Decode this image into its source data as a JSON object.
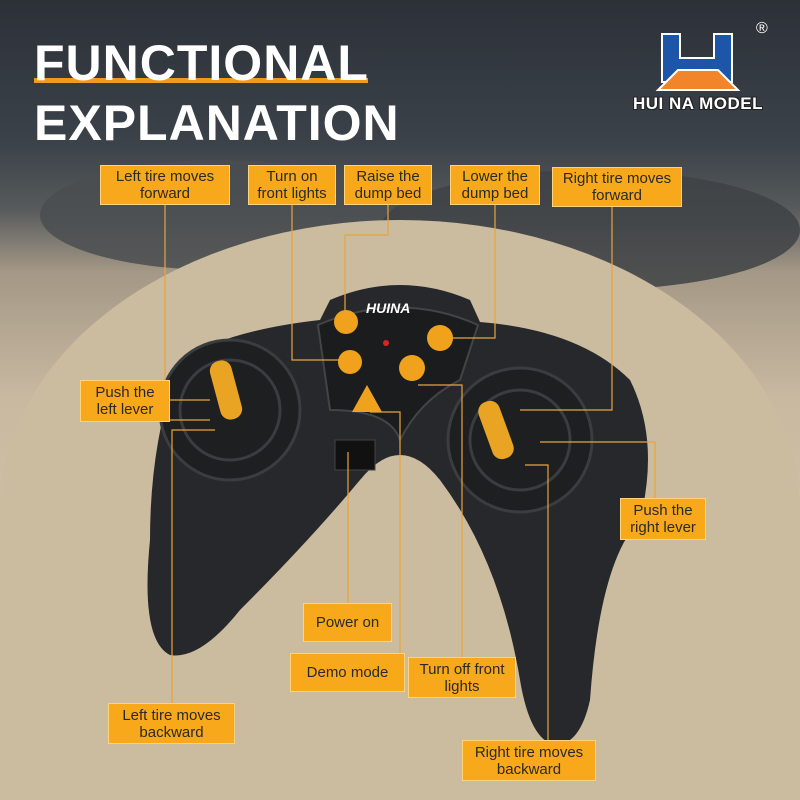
{
  "title": {
    "line1": "FUNCTIONAL",
    "line2": "EXPLANATION"
  },
  "logo": {
    "brand": "HUI NA MODEL",
    "registered": "®"
  },
  "controller": {
    "brand_mark": "HUINA"
  },
  "labels": {
    "left_forward": "Left tire moves forward",
    "lights_on": "Turn on front lights",
    "raise_bed": "Raise the dump bed",
    "lower_bed": "Lower the dump bed",
    "right_forward": "Right tire moves forward",
    "left_lever": "Push the left lever",
    "right_lever": "Push the right lever",
    "power_on": "Power on",
    "demo_mode": "Demo mode",
    "lights_off": "Turn off front lights",
    "left_backward": "Left tire moves backward",
    "right_backward": "Right tire moves backward"
  },
  "colors": {
    "accent": "#f7a81b",
    "line": "#e9a43a",
    "controller": "#26282b",
    "button": "#f0a21c"
  }
}
